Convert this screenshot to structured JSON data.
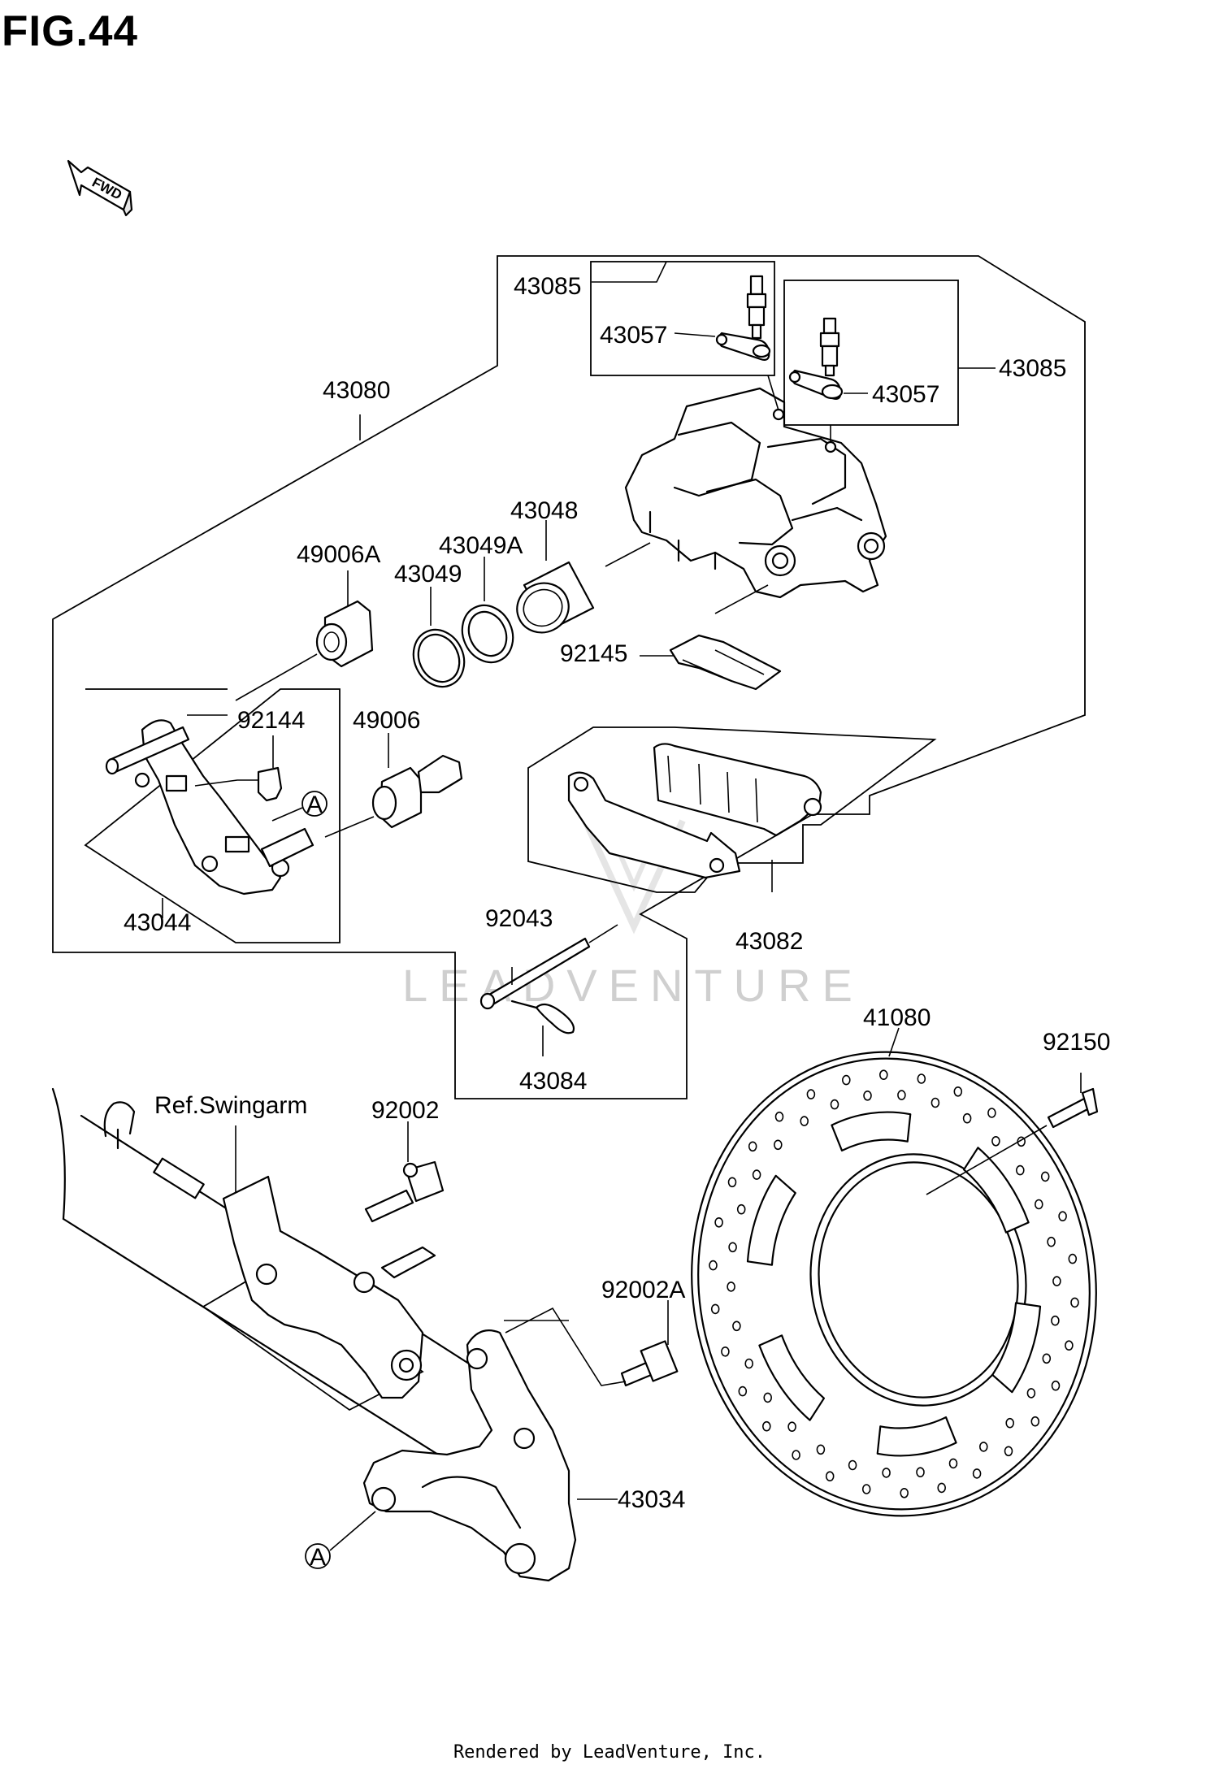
{
  "figure_title": "FIG.44",
  "fwd_label": "FWD",
  "watermark": "LEADVENTURE",
  "footer": "Rendered by LeadVenture, Inc.",
  "callout_a": "A",
  "labels": {
    "p43085_top": "43085",
    "p43057_left": "43057",
    "p43085_right": "43085",
    "p43057_right": "43057",
    "p43080": "43080",
    "p43048": "43048",
    "p43049A": "43049A",
    "p49006A": "49006A",
    "p43049": "43049",
    "p92145": "92145",
    "p92144": "92144",
    "p49006": "49006",
    "p43044": "43044",
    "p92043": "92043",
    "p43082": "43082",
    "p43084": "43084",
    "p41080": "41080",
    "p92150": "92150",
    "ref_swingarm": "Ref.Swingarm",
    "p92002": "92002",
    "p92002A": "92002A",
    "p43034": "43034"
  }
}
